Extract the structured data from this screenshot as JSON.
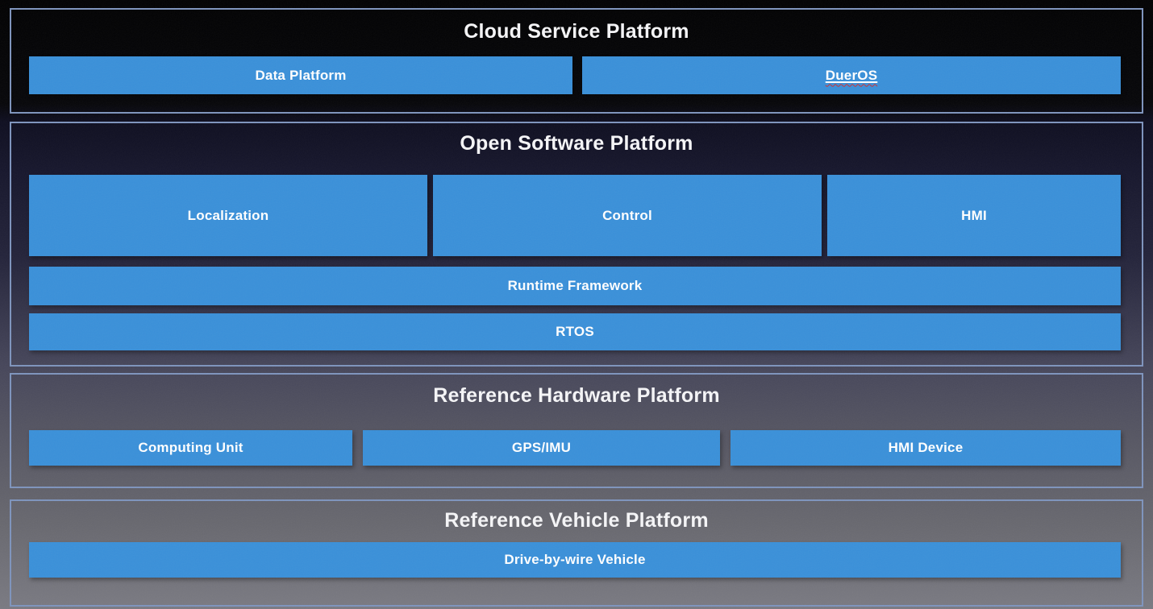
{
  "colors": {
    "accent": "#3a90d9",
    "border_color": "#7e94bd",
    "label_color": "#ffffff",
    "title_color": "#f5f5f7",
    "wavy_color": "#d03030"
  },
  "sections": {
    "cloud": {
      "title": "Cloud Service Platform",
      "boxes": {
        "data_platform": "Data Platform",
        "dueros": "DuerOS"
      }
    },
    "software": {
      "title": "Open Software Platform",
      "boxes": {
        "localization": "Localization",
        "control": "Control",
        "hmi": "HMI",
        "runtime_framework": "Runtime Framework",
        "rtos": "RTOS"
      }
    },
    "hardware": {
      "title": "Reference Hardware Platform",
      "boxes": {
        "computing_unit": "Computing Unit",
        "gps_imu": "GPS/IMU",
        "hmi_device": "HMI Device"
      }
    },
    "vehicle": {
      "title": "Reference Vehicle Platform",
      "boxes": {
        "drive_by_wire": "Drive-by-wire Vehicle"
      }
    }
  }
}
